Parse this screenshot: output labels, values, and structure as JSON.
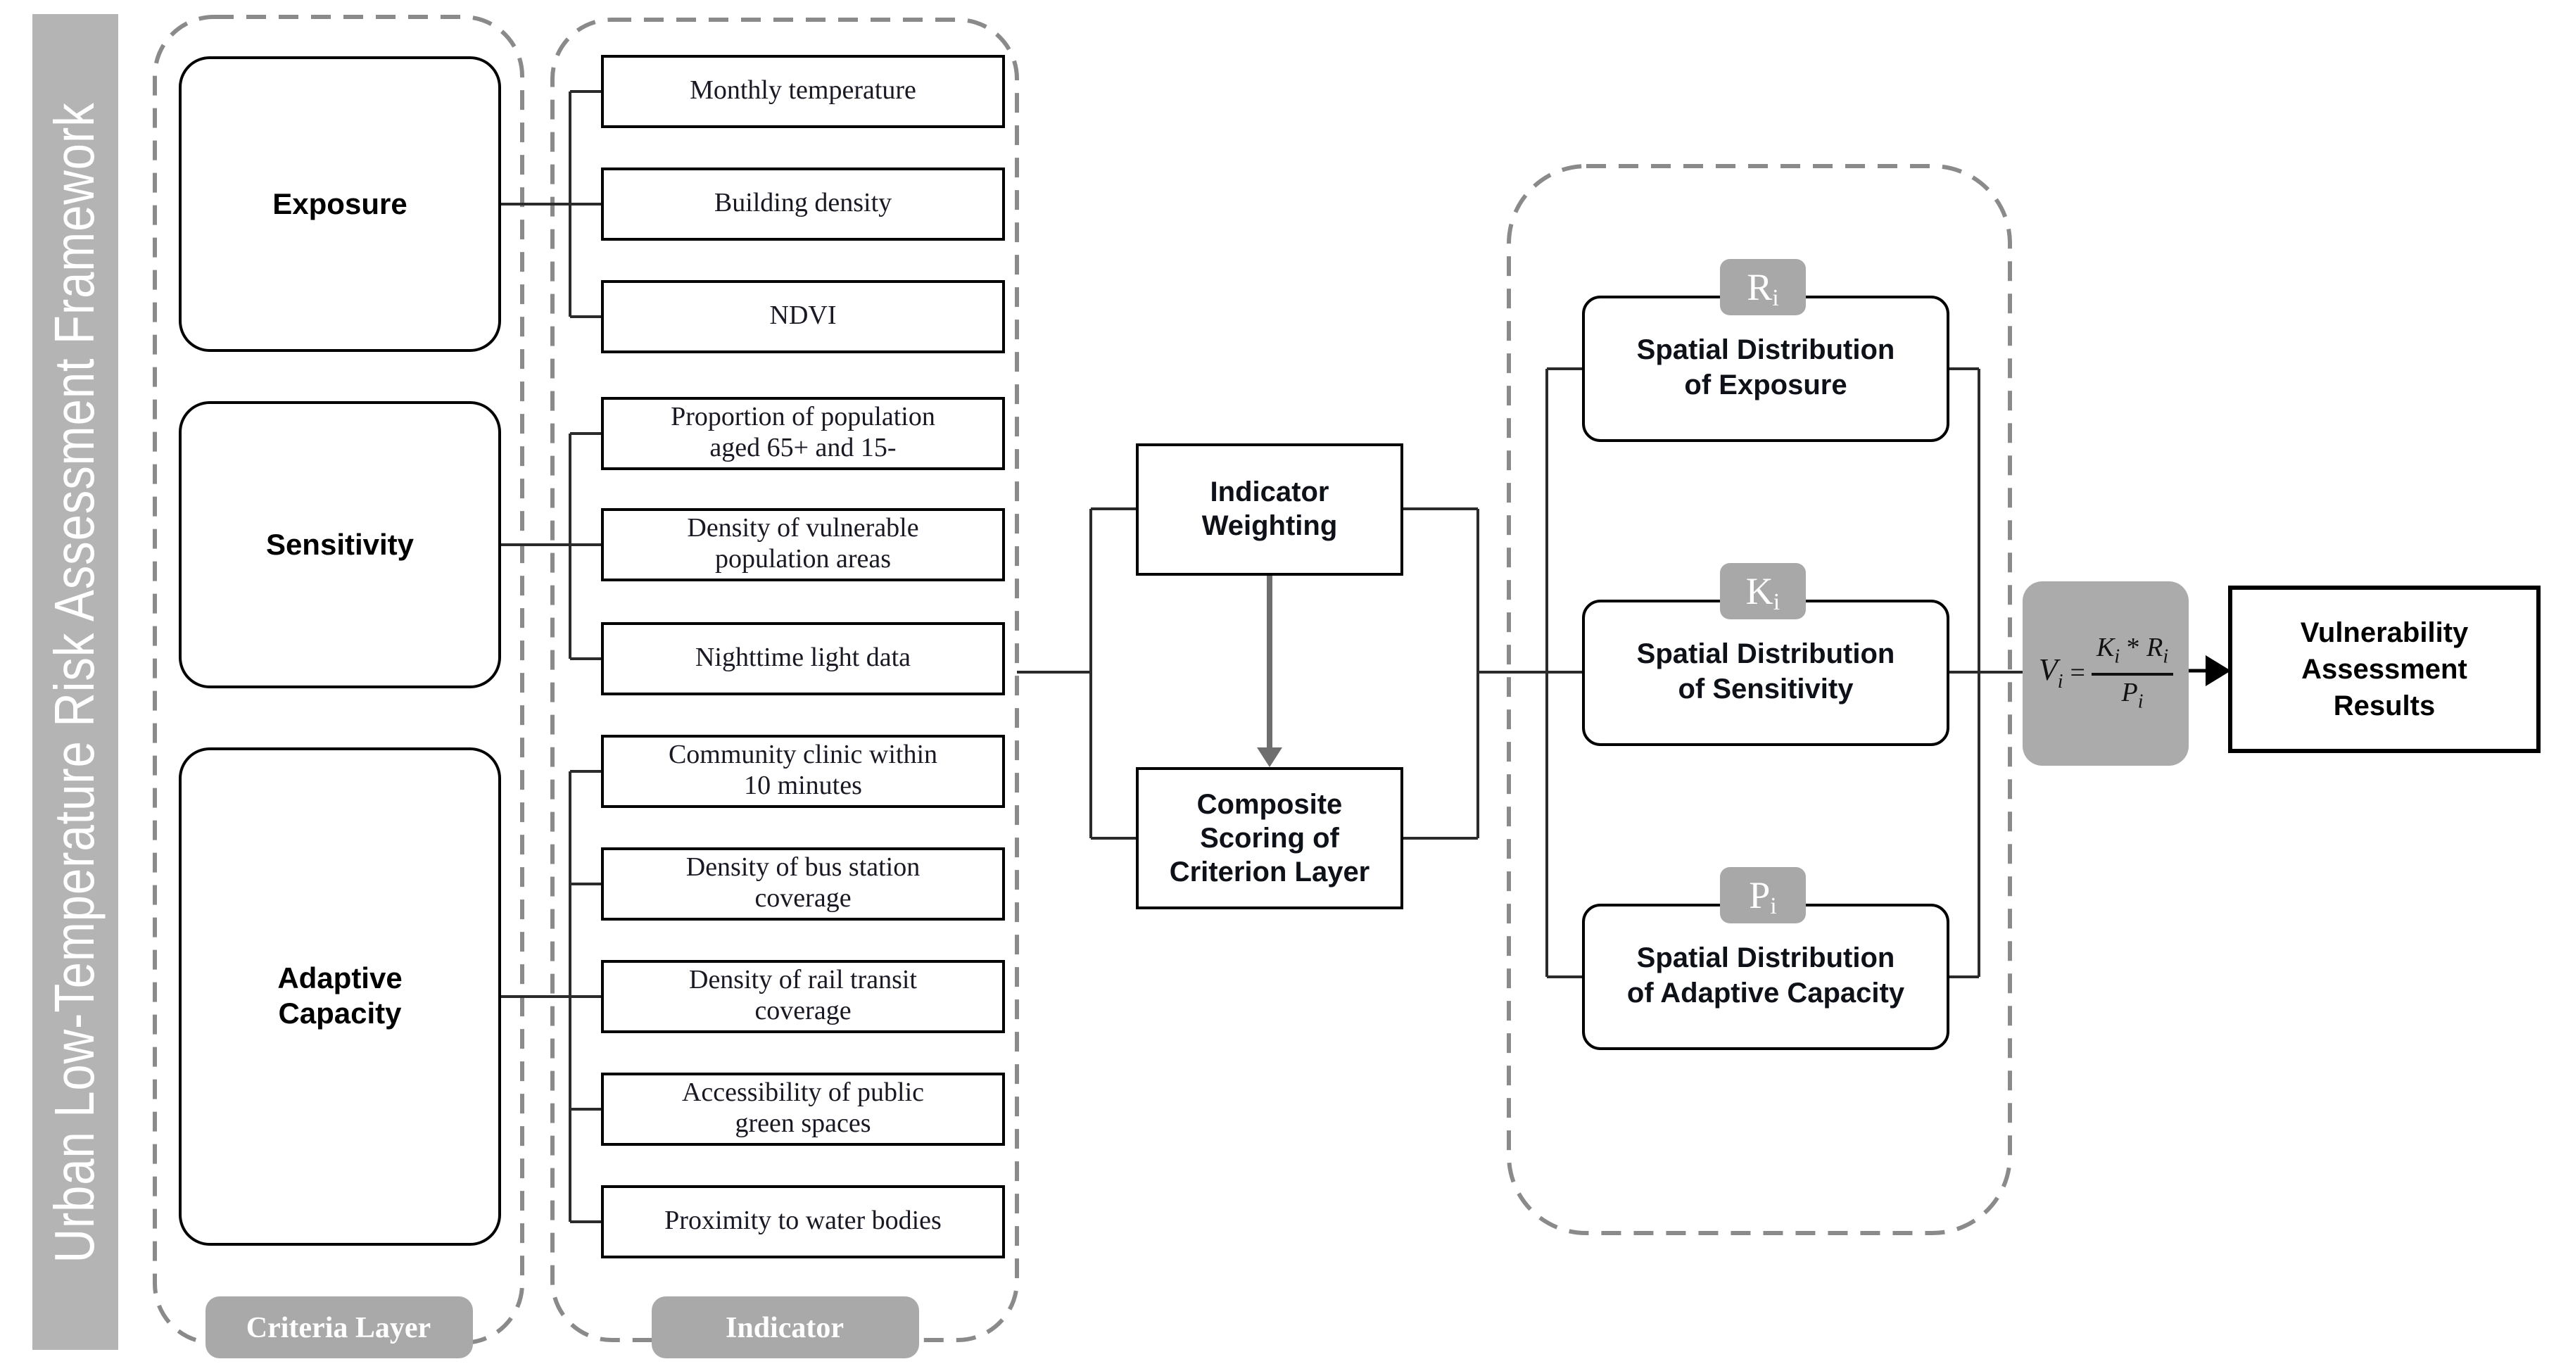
{
  "sidebar": {
    "title": "Urban Low-Temperature Risk Assessment Framework"
  },
  "criteria_layer": {
    "label": "Criteria Layer",
    "items": [
      {
        "label": "Exposure"
      },
      {
        "label": "Sensitivity"
      },
      {
        "label": "Adaptive\nCapacity"
      }
    ]
  },
  "indicator_layer": {
    "label": "Indicator",
    "groups": [
      {
        "criterion": "Exposure",
        "indicators": [
          "Monthly temperature",
          "Building density",
          "NDVI"
        ]
      },
      {
        "criterion": "Sensitivity",
        "indicators": [
          "Proportion of population\naged 65+ and 15-",
          "Density of vulnerable\npopulation areas",
          "Nighttime light data"
        ]
      },
      {
        "criterion": "Adaptive Capacity",
        "indicators": [
          "Community clinic within\n10 minutes",
          "Density of bus station\ncoverage",
          "Density of rail transit\ncoverage",
          "Accessibility of public\ngreen spaces",
          "Proximity to water bodies"
        ]
      }
    ]
  },
  "processing": {
    "weighting": "Indicator\nWeighting",
    "scoring": "Composite\nScoring of\nCriterion Layer"
  },
  "spatial_outputs": [
    {
      "tag": "R",
      "tag_sub": "i",
      "label": "Spatial Distribution\nof Exposure"
    },
    {
      "tag": "K",
      "tag_sub": "i",
      "label": "Spatial Distribution\nof Sensitivity"
    },
    {
      "tag": "P",
      "tag_sub": "i",
      "label": "Spatial Distribution\nof Adaptive Capacity"
    }
  ],
  "formula": {
    "lhs": {
      "base": "V",
      "sub": "i"
    },
    "equals": "=",
    "numerator": {
      "left": {
        "base": "K",
        "sub": "i"
      },
      "operator": "*",
      "right": {
        "base": "R",
        "sub": "i"
      }
    },
    "denominator": {
      "base": "P",
      "sub": "i"
    }
  },
  "result": {
    "label": "Vulnerability\nAssessment\nResults"
  },
  "colors": {
    "banner_gray": "#b4b4b4",
    "badge_gray": "#a9a9a9",
    "tag_gray": "#a8a8a8",
    "formula_bg": "#ababab",
    "dashed_border": "#8a8a8a",
    "connector": "#2b2b2b",
    "box_border": "#000000",
    "gray_arrow": "#6e6e6e"
  }
}
